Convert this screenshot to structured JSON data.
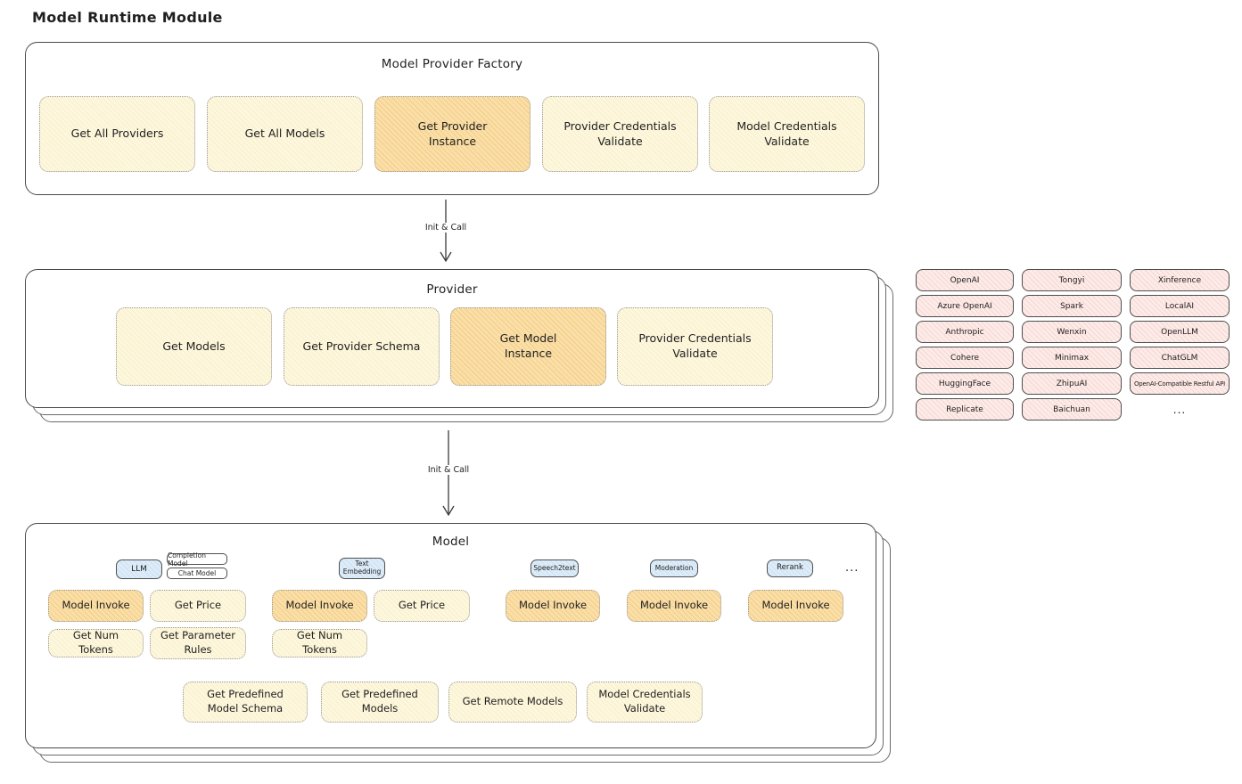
{
  "diagram_title": "Model Runtime Module",
  "connectors": {
    "label": "Init & Call"
  },
  "factory": {
    "title": "Model Provider Factory",
    "methods": [
      {
        "label": "Get All Providers",
        "highlighted": false
      },
      {
        "label": "Get All Models",
        "highlighted": false
      },
      {
        "label": "Get Provider Instance",
        "highlighted": true
      },
      {
        "label": "Provider Credentials Validate",
        "highlighted": false
      },
      {
        "label": "Model Credentials Validate",
        "highlighted": false
      }
    ]
  },
  "provider": {
    "title": "Provider",
    "methods": [
      {
        "label": "Get Models",
        "highlighted": false
      },
      {
        "label": "Get Provider Schema",
        "highlighted": false
      },
      {
        "label": "Get Model Instance",
        "highlighted": true
      },
      {
        "label": "Provider Credentials Validate",
        "highlighted": false
      }
    ]
  },
  "provider_list": {
    "items": [
      "OpenAI",
      "Tongyi",
      "Xinference",
      "Azure OpenAI",
      "Spark",
      "LocalAI",
      "Anthropic",
      "Wenxin",
      "OpenLLM",
      "Cohere",
      "Minimax",
      "ChatGLM",
      "HuggingFace",
      "ZhipuAI",
      "OpenAI-Compatible Restful API",
      "Replicate",
      "Baichuan"
    ],
    "more": "..."
  },
  "model": {
    "title": "Model",
    "types": {
      "llm": "LLM",
      "llm_subtypes": [
        "Completion Model",
        "Chat Model"
      ],
      "text_embedding": "Text Embedding",
      "speech2text": "Speech2text",
      "moderation": "Moderation",
      "rerank": "Rerank",
      "more": "..."
    },
    "methods": {
      "model_invoke": "Model Invoke",
      "get_price": "Get Price",
      "get_num_tokens": "Get Num Tokens",
      "get_parameter_rules": "Get Parameter Rules",
      "get_predefined_model_schema": "Get Predefined Model Schema",
      "get_predefined_models": "Get Predefined Models",
      "get_remote_models": "Get Remote Models",
      "model_credentials_validate": "Model Credentials Validate"
    }
  },
  "colors": {
    "method_fill": "#fdf7de",
    "method_highlight": "#f7d290",
    "provider_chip_fill": "#fbe2de",
    "type_chip_fill": "#d7e9f6",
    "panel_border": "#4a4a4a",
    "text": "#1f1f1f"
  }
}
